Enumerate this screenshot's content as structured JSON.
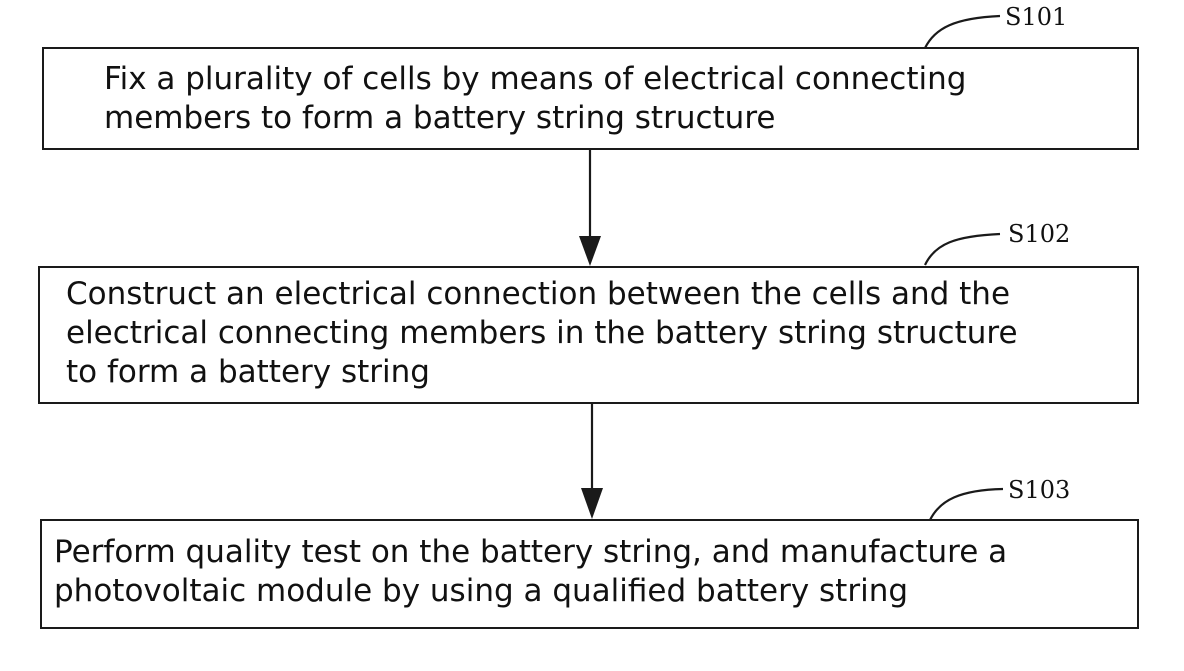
{
  "steps": [
    {
      "id": "S101",
      "lines": [
        "Fix a plurality of cells by means of electrical connecting",
        "members to form a battery string structure"
      ]
    },
    {
      "id": "S102",
      "lines": [
        "Construct an electrical connection between the cells and the",
        "electrical connecting members in the battery string structure",
        "to form a battery string"
      ]
    },
    {
      "id": "S103",
      "lines": [
        "Perform quality test on the battery string, and manufacture a",
        "photovoltaic module by using a qualified battery string"
      ]
    }
  ]
}
